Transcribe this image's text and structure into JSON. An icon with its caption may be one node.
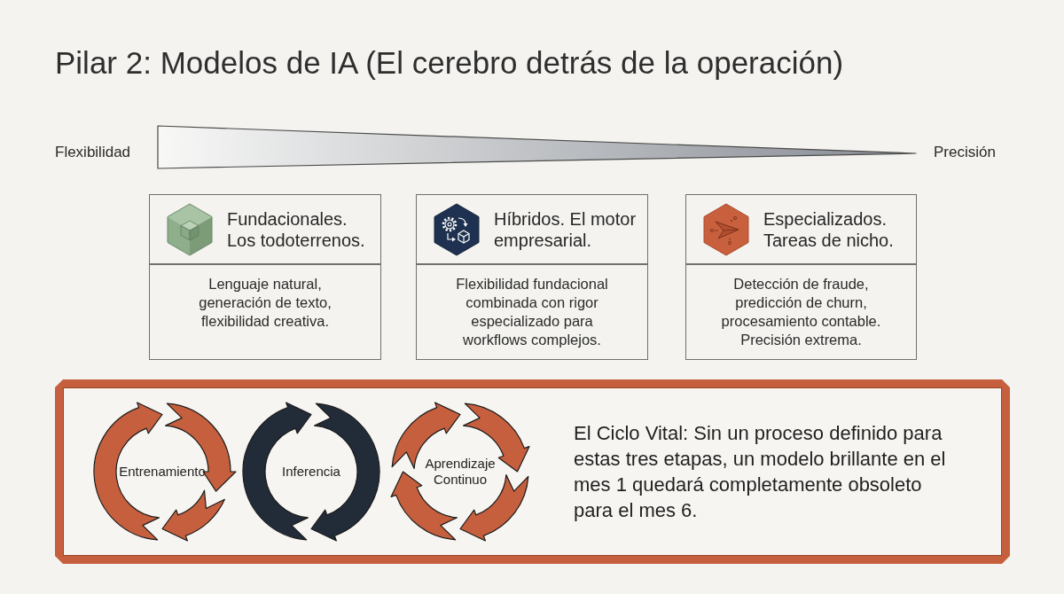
{
  "diagram": {
    "title": "Pilar 2: Modelos de IA (El cerebro detrás de la operación)",
    "nodes": [
      {
        "text": [],
        "shape": "triangle",
        "beside": [
          "Flexibilidad",
          "Precisión"
        ]
      },
      {
        "text": [
          "Fundacionales. Los todoterrenos.",
          "Lenguaje natural, generación de texto, flexibilidad creativa."
        ]
      },
      {
        "text": [
          "Híbridos. El motor empresarial.",
          "Flexibilidad fundacional combinada con rigor especializado para workflows complejos."
        ]
      },
      {
        "text": [
          "Especializados. Tareas de nicho.",
          "Detección de fraude, predicción de churn, procesamiento contable. Precisión extrema."
        ]
      },
      {
        "text": [
          "El Ciclo Vital: Sin un proceso definido para estas tres etapas, un modelo brillante en el mes 1 quedará completamente obsoleto para el mes 6."
        ]
      },
      {
        "text": [
          "Entrenamiento"
        ],
        "in": 4
      },
      {
        "text": [
          "Inferencia"
        ],
        "in": 4
      },
      {
        "text": [
          "Aprendizaje Continuo"
        ],
        "in": 4
      }
    ]
  }
}
